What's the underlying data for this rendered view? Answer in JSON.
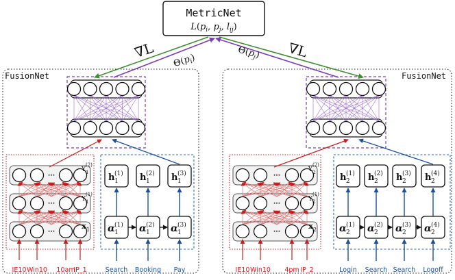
{
  "metricnet": {
    "title": "MetricNet",
    "L": "L",
    "args": [
      "p",
      "i",
      "p",
      "j",
      "l",
      "ij"
    ]
  },
  "gradients": {
    "left": "∇L",
    "right": "∇L"
  },
  "theta": {
    "left": {
      "theta": "Θ",
      "p": "p",
      "sub": "i"
    },
    "right": {
      "theta": "Θ",
      "p": "p",
      "sub": "j"
    }
  },
  "fusionnet": {
    "left_label": "FusionNet",
    "right_label": "FusionNet"
  },
  "dots": "···",
  "left_net": {
    "x_label": {
      "base": "x",
      "sub": "1"
    },
    "y_labels": [
      {
        "base": "Y",
        "sub": "1",
        "sup": "(1)"
      },
      {
        "base": "Y",
        "sub": "1",
        "sup": "(2)"
      }
    ],
    "inputs": [
      "IE10",
      "Win10",
      "10am",
      "IP_1"
    ],
    "alpha": [
      {
        "base": "α",
        "sub": "1",
        "sup": "(1)"
      },
      {
        "base": "α",
        "sub": "1",
        "sup": "(2)"
      },
      {
        "base": "α",
        "sub": "1",
        "sup": "(3)"
      }
    ],
    "h": [
      {
        "base": "h",
        "sub": "1",
        "sup": "(1)"
      },
      {
        "base": "h",
        "sub": "1",
        "sup": "(2)"
      },
      {
        "base": "h",
        "sub": "1",
        "sup": "(3)"
      }
    ],
    "events": [
      "Search",
      "Booking",
      "Pay"
    ]
  },
  "right_net": {
    "x_label": {
      "base": "x",
      "sub": "2"
    },
    "y_labels": [
      {
        "base": "Y",
        "sub": "2",
        "sup": "(1)"
      },
      {
        "base": "Y",
        "sub": "2",
        "sup": "(2)"
      }
    ],
    "inputs": [
      "IE10",
      "Win10",
      "4pm",
      "IP_2"
    ],
    "alpha": [
      {
        "base": "α",
        "sub": "2",
        "sup": "(1)"
      },
      {
        "base": "α",
        "sub": "2",
        "sup": "(2)"
      },
      {
        "base": "α",
        "sub": "2",
        "sup": "(3)"
      },
      {
        "base": "α",
        "sub": "2",
        "sup": "(4)"
      }
    ],
    "h": [
      {
        "base": "h",
        "sub": "2",
        "sup": "(1)"
      },
      {
        "base": "h",
        "sub": "2",
        "sup": "(2)"
      },
      {
        "base": "h",
        "sub": "2",
        "sup": "(3)"
      },
      {
        "base": "h",
        "sub": "2",
        "sup": "(4)"
      }
    ],
    "events": [
      "Login",
      "Search",
      "Search",
      "Logoff"
    ]
  },
  "colors": {
    "input_text": "#e8141c",
    "event_text": "#1b4e9c",
    "red_arrow": "#cc1e1e",
    "blue_arrow": "#1c4f9c",
    "purple": "#7a3fb3",
    "purple_mesh": "#9b6bd0",
    "green": "#3f8f2f",
    "mlp_mesh": "#e06060",
    "gray_band": "#f2f2f2"
  }
}
